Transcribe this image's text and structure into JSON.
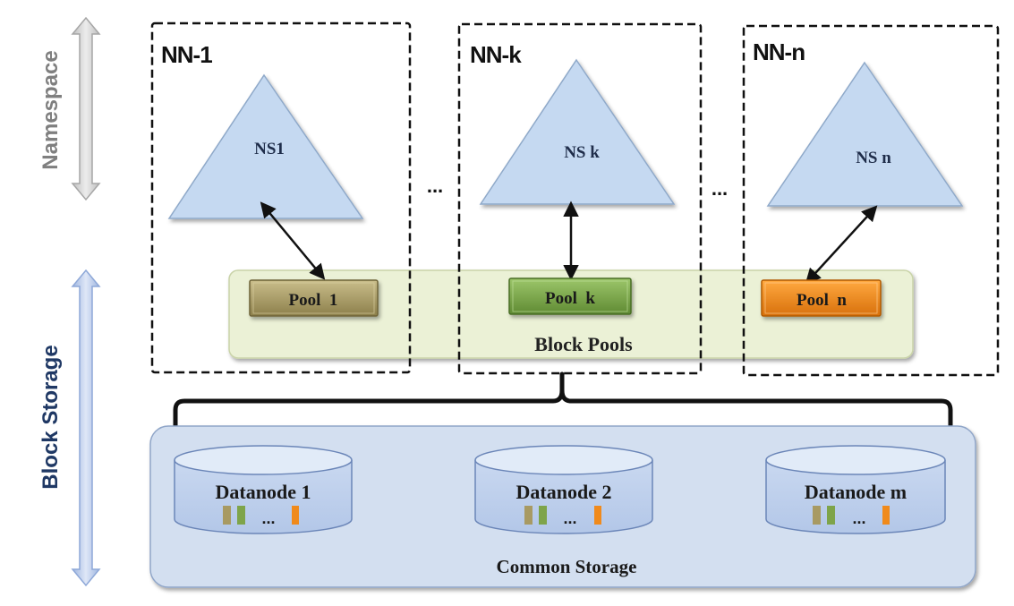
{
  "side_labels": {
    "namespace": "Namespace",
    "block_storage": "Block Storage"
  },
  "namenodes": [
    {
      "label": "NN-1",
      "namespace": "NS1",
      "pool": "Pool  1",
      "pool_color": "#a89a63"
    },
    {
      "label": "NN-k",
      "namespace": "NS k",
      "pool": "Pool  k",
      "pool_color": "#7ea44a"
    },
    {
      "label": "NN-n",
      "namespace": "NS n",
      "pool": "Pool  n",
      "pool_color": "#f08a1c"
    }
  ],
  "ellipses": [
    "...",
    "..."
  ],
  "block_pools_label": "Block  Pools",
  "datanodes": [
    {
      "label": "Datanode 1",
      "ellipsis": "..."
    },
    {
      "label": "Datanode 2",
      "ellipsis": "..."
    },
    {
      "label": "Datanode m",
      "ellipsis": "..."
    }
  ],
  "common_storage_label": "Common Storage",
  "colors": {
    "triangle": "#c5d9f1",
    "block_pools_bg": "#ebf1d6",
    "common_storage_bg": "#d3dff0",
    "namespace_arrow": "#d9d9d9",
    "block_storage_arrow": "#b4c7e7",
    "namespace_text": "#7f7f7f",
    "block_storage_text": "#1f3864",
    "block_tan": "#a89a63",
    "block_green": "#7ea44a",
    "block_orange": "#f08a1c"
  }
}
